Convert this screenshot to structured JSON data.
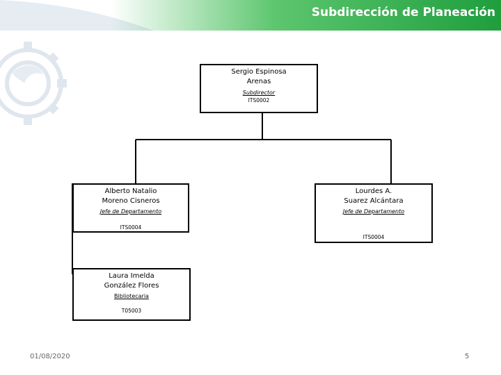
{
  "header": {
    "title": "Subdirección de Planeación"
  },
  "colors": {
    "header_green": "#2ea84f",
    "header_white": "#ffffff",
    "watermark": "#dfe6ee"
  },
  "icons": {
    "watermark": "institution-gear-logo-watermark"
  },
  "org": {
    "top": {
      "name_line1": "Sergio Espinosa",
      "name_line2": "Arenas",
      "role": "Subdirector",
      "code": "ITS0002"
    },
    "left": {
      "name_line1": "Alberto Natalio",
      "name_line2": "Moreno Cisneros",
      "role": "Jefe de Departamento",
      "code": "ITS0004"
    },
    "right": {
      "name_line1": "Lourdes A.",
      "name_line2": "Suarez Alcántara",
      "role": "Jefe de Departamento",
      "code": "ITS0004"
    },
    "bottom": {
      "name_line1": "Laura Imelda",
      "name_line2": "González Flores",
      "role": "Bibliotecaria",
      "code": "T05003"
    }
  },
  "footer": {
    "date": "01/08/2020",
    "page": "5"
  }
}
